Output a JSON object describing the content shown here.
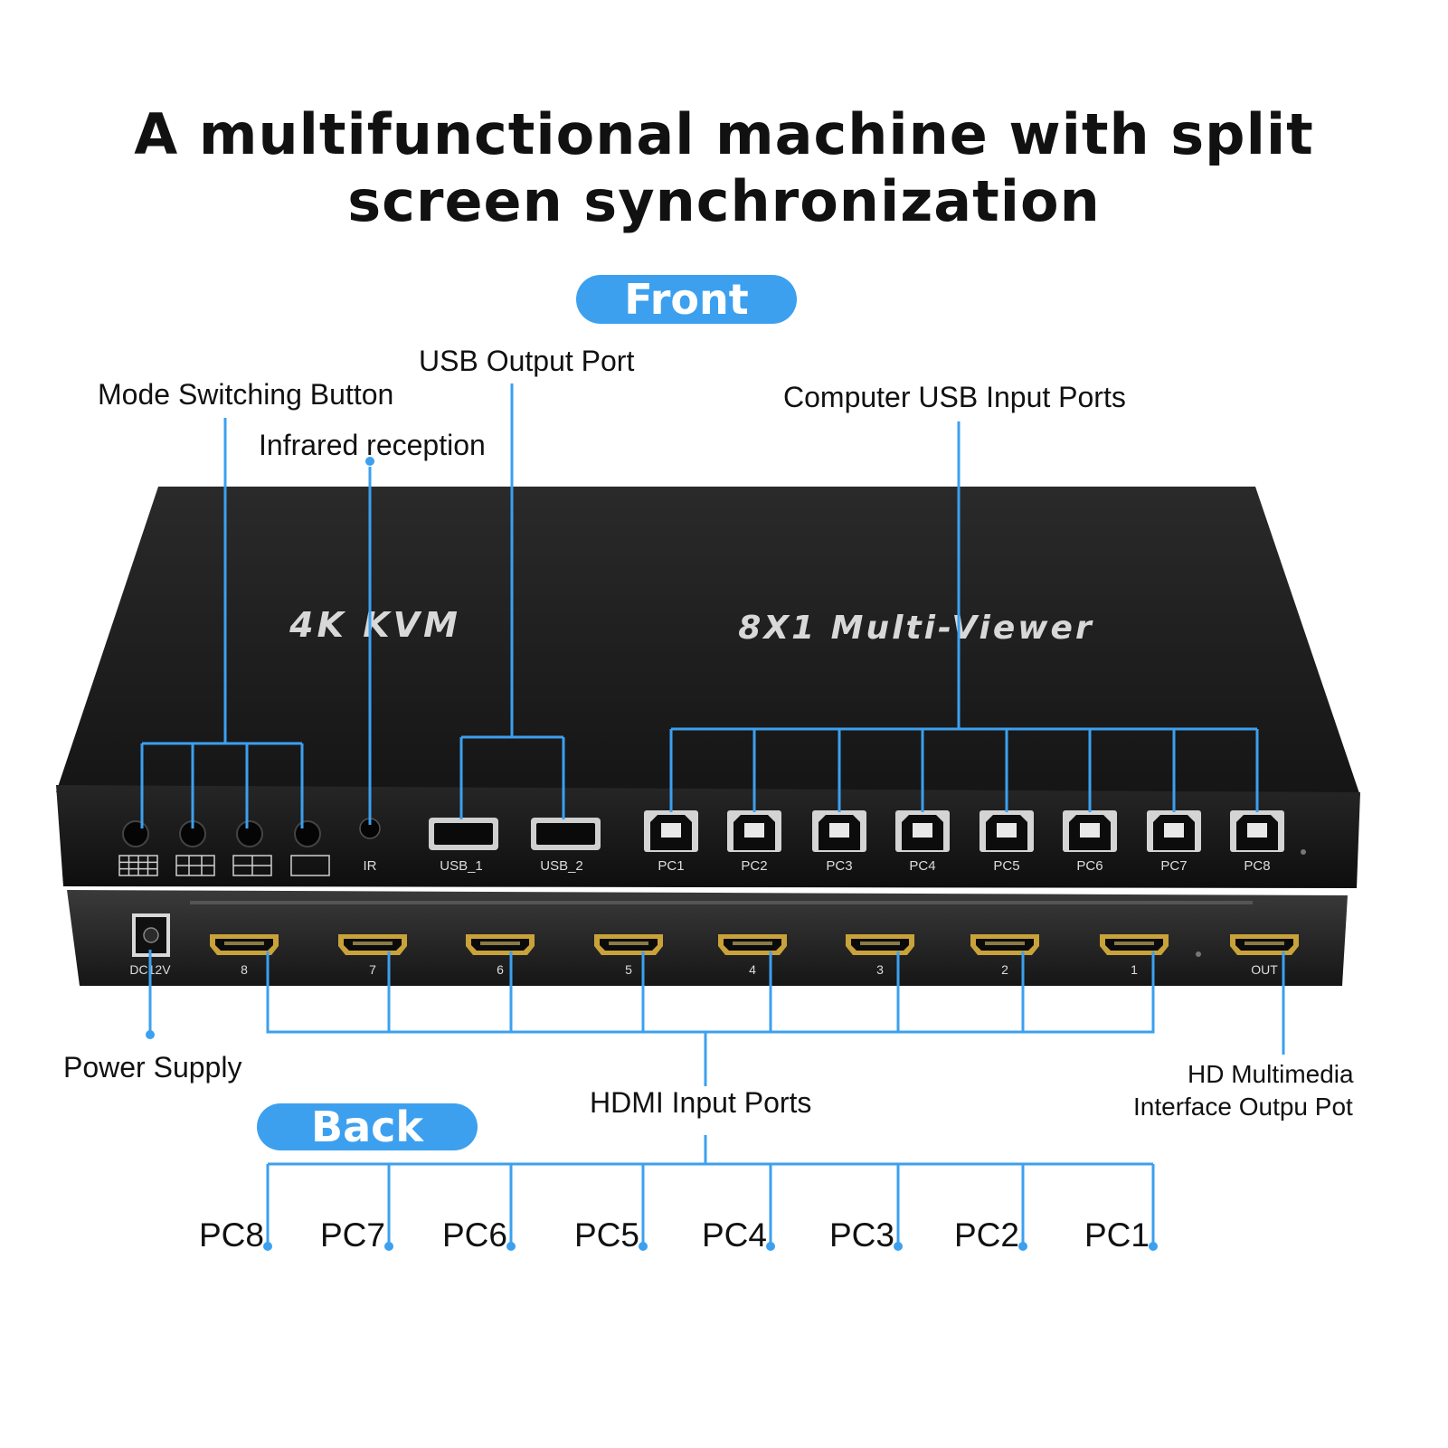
{
  "title": {
    "line1": "A multifunctional machine with split",
    "line2": "screen synchronization"
  },
  "front_badge": "Front",
  "back_badge": "Back",
  "callouts": {
    "mode_switching": "Mode Switching Button",
    "usb_output": "USB Output Port",
    "infrared": "Infrared reception",
    "computer_usb": "Computer USB Input Ports",
    "power_supply": "Power Supply",
    "hdmi_input": "HDMI Input Ports",
    "hdmi_output_line1": "HD Multimedia",
    "hdmi_output_line2": "Interface Outpu Pot"
  },
  "device": {
    "top_left_text": "4K KVM",
    "top_right_text": "8X1 Multi-Viewer",
    "front_labels": {
      "ir": "IR",
      "usb1": "USB_1",
      "usb2": "USB_2",
      "pc_ports": [
        "PC1",
        "PC2",
        "PC3",
        "PC4",
        "PC5",
        "PC6",
        "PC7",
        "PC8"
      ]
    },
    "back_labels": {
      "dc": "DC12V",
      "hdmi_ports": [
        "8",
        "7",
        "6",
        "5",
        "4",
        "3",
        "2",
        "1"
      ],
      "out": "OUT"
    }
  },
  "back_pc_labels": [
    "PC8",
    "PC7",
    "PC6",
    "PC5",
    "PC4",
    "PC3",
    "PC2",
    "PC1"
  ],
  "colors": {
    "accent": "#3ca0ef",
    "device_body": "#1b1b1b",
    "text": "#111111",
    "hdmi_gold": "#c9a23a"
  }
}
